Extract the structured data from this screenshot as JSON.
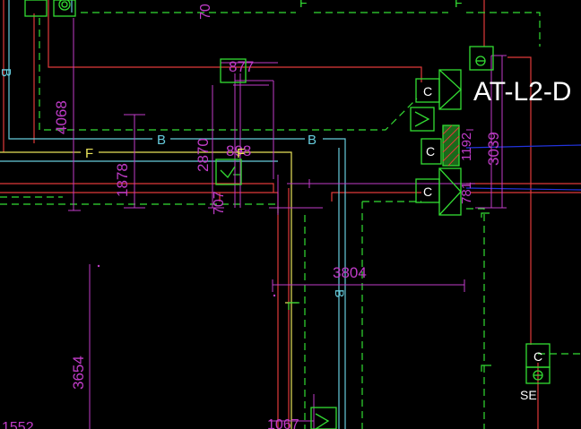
{
  "colors": {
    "background": "#000000",
    "green": "#33dd33",
    "cyan": "#66ccdd",
    "red": "#e03a3a",
    "yellow": "#e8e25a",
    "magenta": "#c03cc8",
    "blue": "#2233dd",
    "white": "#ffffff"
  },
  "dimensions": {
    "d4068": "4068",
    "d1878": "1878",
    "d2870": "2870",
    "d877": "877",
    "d898": "898",
    "d707": "707",
    "d1192": "1192",
    "d3039": "3039",
    "d781": "781",
    "d3804": "3804",
    "d3654": "3654",
    "d1067": "1067",
    "d1552": "1552",
    "d70": "70"
  },
  "labels": {
    "duct_b": "B",
    "duct_f": "F",
    "equipment_tag": "AT-L2-D",
    "se": "SE",
    "c_symbol": "C"
  }
}
